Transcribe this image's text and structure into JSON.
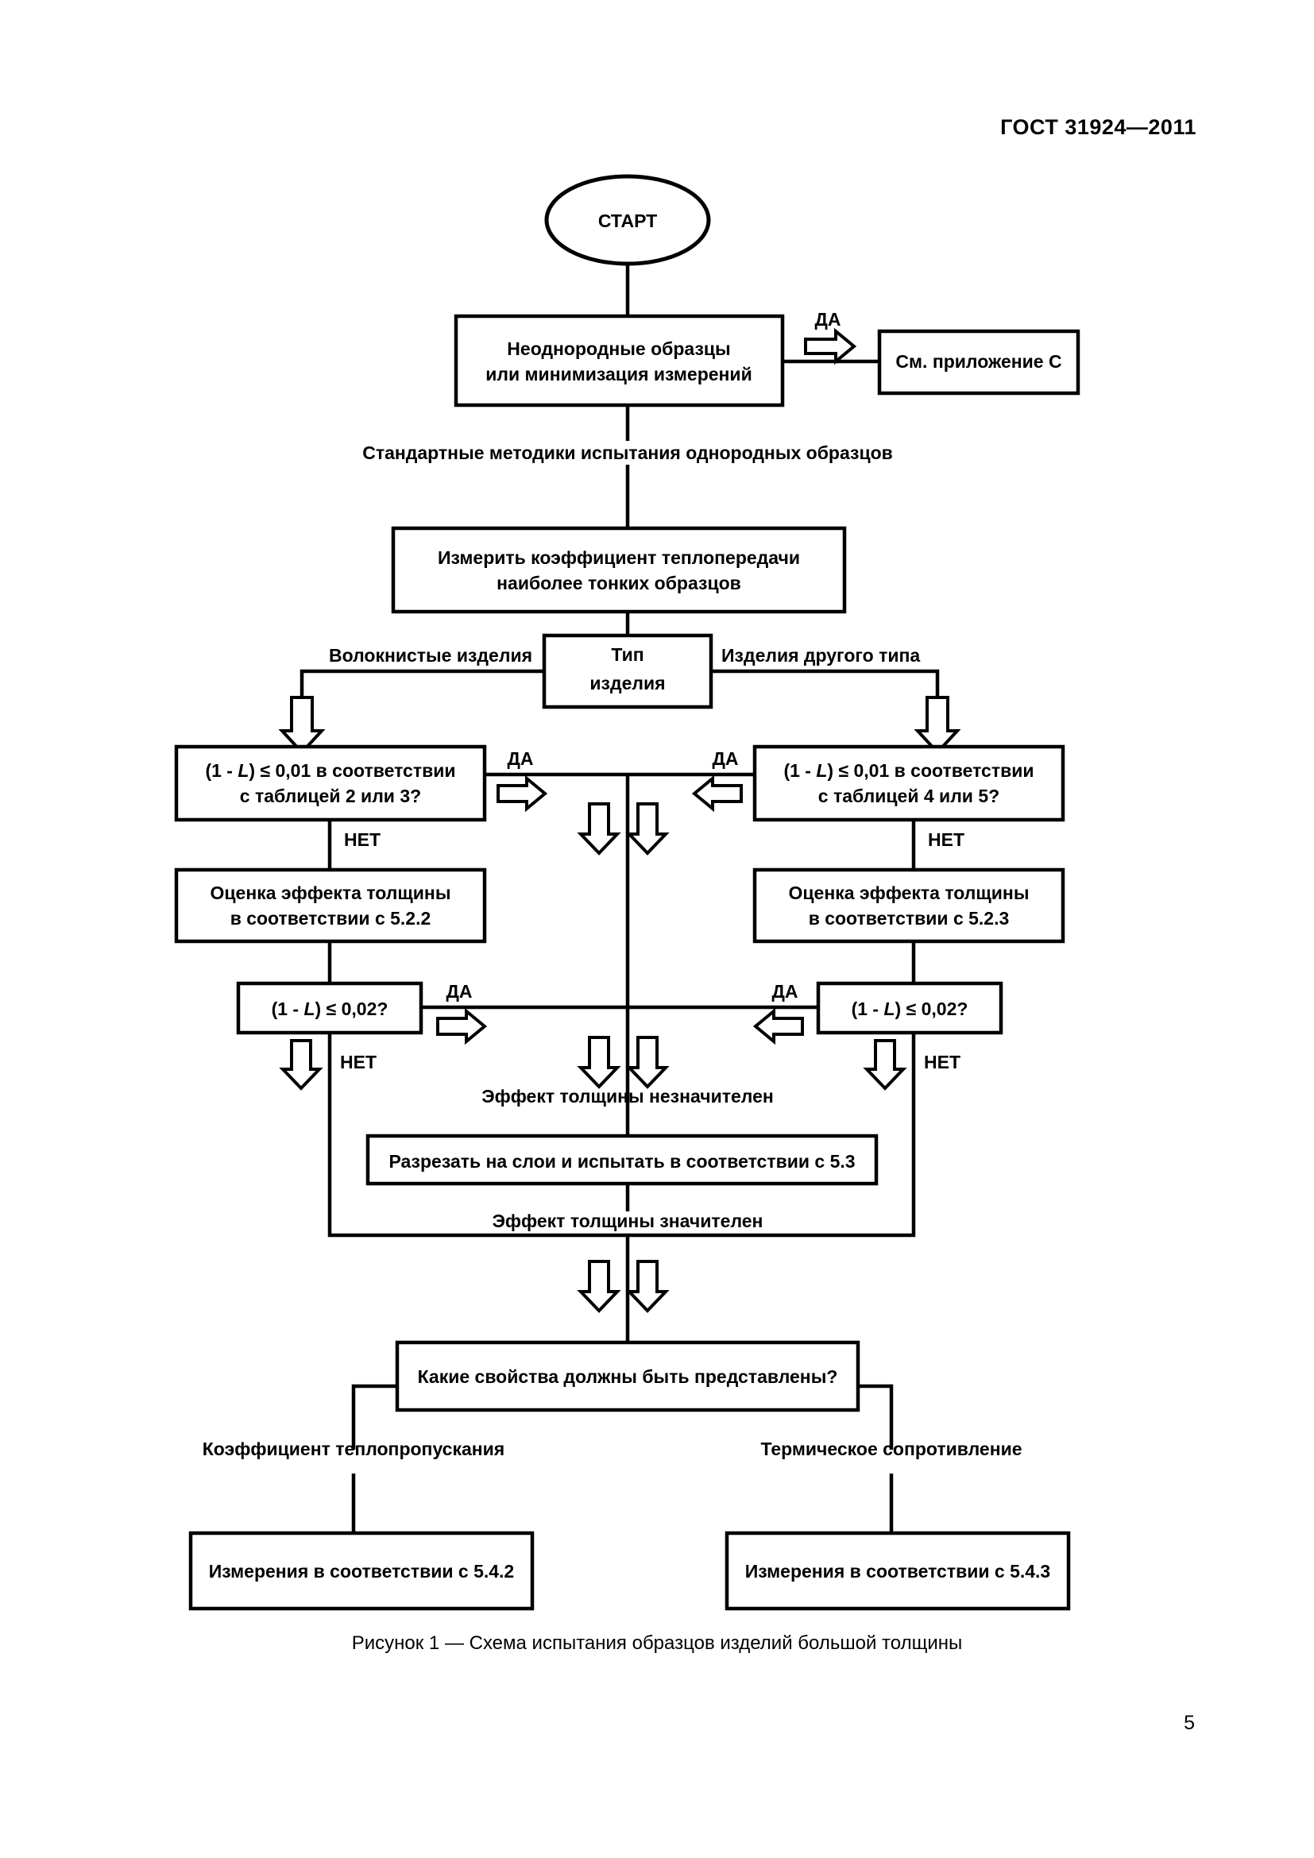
{
  "document": {
    "header": "ГОСТ 31924—2011",
    "page_number": "5",
    "figure_caption": "Рисунок 1 — Схема испытания образцов изделий большой толщины"
  },
  "flowchart": {
    "type": "flowchart",
    "title": "Схема испытания образцов изделий большой толщины",
    "nodes": {
      "start": "СТАРТ",
      "inhomogeneous": {
        "line1": "Неоднородные образцы",
        "line2": "или минимизация измерений"
      },
      "annex_c": "См. приложение С",
      "standard_methods": "Стандартные методики испытания однородных образцов",
      "measure_thin": {
        "line1": "Измерить коэффициент теплопередачи",
        "line2": "наиболее тонких образцов"
      },
      "product_type": {
        "line1": "Тип",
        "line2": "изделия"
      },
      "left_branch_label": "Волокнистые изделия",
      "right_branch_label": "Изделия другого типа",
      "left_check_001": {
        "pre": "(1 - ",
        "ital": "L",
        "post": ") ≤ 0,01 в соответствии",
        "line2": "с таблицей 2 или 3?"
      },
      "right_check_001": {
        "pre": "(1 - ",
        "ital": "L",
        "post": ") ≤ 0,01 в соответствии",
        "line2": "с таблицей 4 или 5?"
      },
      "left_eval": {
        "line1": "Оценка эффекта толщины",
        "line2": "в соответствии с 5.2.2"
      },
      "right_eval": {
        "line1": "Оценка эффекта толщины",
        "line2": "в соответствии с 5.2.3"
      },
      "left_check_002": {
        "pre": "(1 - ",
        "ital": "L",
        "post": ") ≤ 0,02?"
      },
      "right_check_002": {
        "pre": "(1 - ",
        "ital": "L",
        "post": ") ≤ 0,02?"
      },
      "effect_minor": "Эффект толщины незначителен",
      "cut_layers": "Разрезать на слои и испытать в соответствии с 5.3",
      "effect_major": "Эффект толщины значителен",
      "which_properties": "Какие свойства должны быть представлены?",
      "left_property_label": "Коэффициент теплопропускания",
      "right_property_label": "Термическое сопротивление",
      "measure_542": "Измерения в соответствии с 5.4.2",
      "measure_543": "Измерения в соответствии с 5.4.3"
    },
    "edge_labels": {
      "yes_top": "ДА",
      "yes_left_001": "ДА",
      "yes_right_001": "ДА",
      "no_left_001": "НЕТ",
      "no_right_001": "НЕТ",
      "yes_left_002": "ДА",
      "yes_right_002": "ДА",
      "no_left_002": "НЕТ",
      "no_right_002": "НЕТ"
    },
    "colors": {
      "stroke": "#000000",
      "fill": "#ffffff",
      "text": "#000000"
    }
  }
}
